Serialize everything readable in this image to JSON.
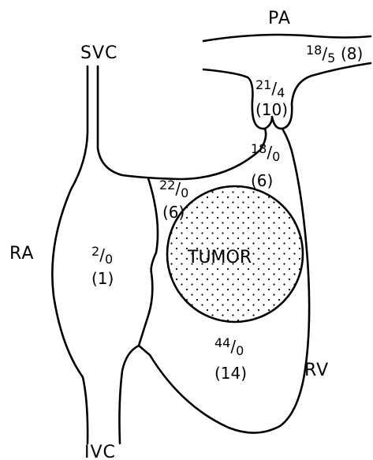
{
  "labels": {
    "pa": "PA",
    "svc": "SVC",
    "ra": "RA",
    "rv": "RV",
    "ivc": "IVC",
    "tumor": "TUMOR"
  },
  "pressures": {
    "pa": {
      "systolic": "18",
      "diastolic": "5",
      "mean": "(8)"
    },
    "pa_root": {
      "systolic": "21",
      "diastolic": "4",
      "mean": "(10)"
    },
    "rvot": {
      "systolic": "18",
      "diastolic": "0",
      "mean": "(6)"
    },
    "rv_upper": {
      "systolic": "22",
      "diastolic": "0",
      "mean": "(6)"
    },
    "ra": {
      "systolic": "2",
      "diastolic": "0",
      "mean": "(1)"
    },
    "rv": {
      "systolic": "44",
      "diastolic": "0",
      "mean": "(14)"
    }
  },
  "colors": {
    "line": "#000000",
    "background": "#ffffff"
  }
}
